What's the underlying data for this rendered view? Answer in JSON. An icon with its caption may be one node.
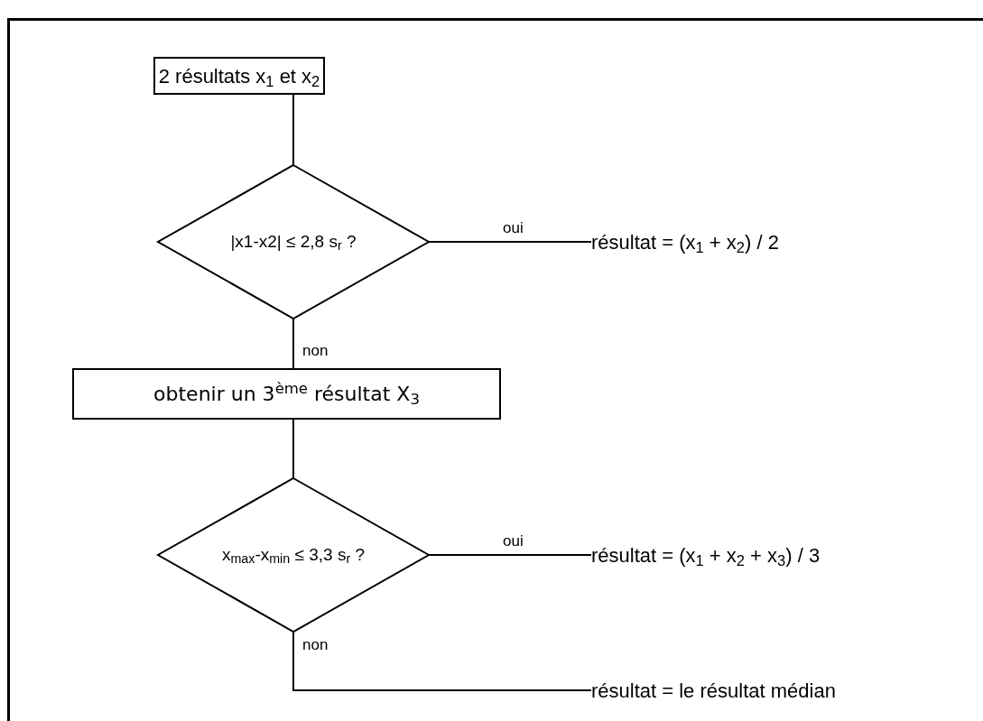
{
  "diagram": {
    "nodes": [
      {
        "text": [
          "2 résultats x$_{1}$ et x$_{2}$"
        ]
      },
      {
        "text": [
          "|x1-x2| ≤ 2,8 s$_{r}$ ?"
        ]
      },
      {
        "text": [
          "résultat = (x$_{1}$ + x$_{2}$) / 2"
        ]
      },
      {
        "text": [
          "obtenir un 3$^{ème}$ résultat X$_{3}$"
        ]
      },
      {
        "text": [
          "x$_{max}$-x$_{min}$ ≤ 3,3 s$_{r}$ ?"
        ]
      },
      {
        "text": [
          "résultat = (x$_{1}$ + x$_{2}$ + x$_{3}$) / 3"
        ]
      },
      {
        "text": [
          "résultat = le résultat médian"
        ]
      }
    ],
    "edges": [
      {
        "from": 0,
        "to": 1,
        "arrow": "none"
      },
      {
        "from": 1,
        "to": 2,
        "arrow": "none",
        "label": "oui"
      },
      {
        "from": 1,
        "to": 3,
        "arrow": "none",
        "label": "non"
      },
      {
        "from": 3,
        "to": 4,
        "arrow": "none"
      },
      {
        "from": 4,
        "to": 5,
        "arrow": "none",
        "label": "oui"
      },
      {
        "from": 4,
        "to": 6,
        "arrow": "none",
        "label": "non"
      }
    ]
  }
}
